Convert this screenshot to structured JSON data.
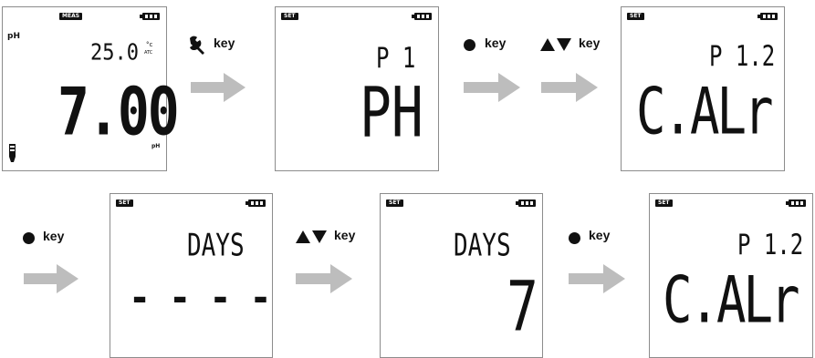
{
  "screens": [
    {
      "tag": "MEAS",
      "label": "pH",
      "temp": "25.0",
      "temp_unit_top": "°c",
      "temp_unit_bottom": "ATC",
      "main": "7.00",
      "footer": "pH"
    },
    {
      "tag": "SET",
      "top": "P 1",
      "main": "PH"
    },
    {
      "tag": "SET",
      "top": "P 1.2",
      "main": "C.ALr"
    },
    {
      "tag": "SET",
      "top": "DAYS",
      "main": "- - - -"
    },
    {
      "tag": "SET",
      "top": "DAYS",
      "main": "7"
    },
    {
      "tag": "SET",
      "top": "P 1.2",
      "main": "C.ALr"
    }
  ],
  "steps": [
    {
      "icon": "wrench-icon",
      "label": "key"
    },
    {
      "icon": "dot-icon",
      "label": "key"
    },
    {
      "icon": "up-down-triangles-icon",
      "label": "key"
    },
    {
      "icon": "dot-icon",
      "label": "key"
    },
    {
      "icon": "up-down-triangles-icon",
      "label": "key"
    },
    {
      "icon": "dot-icon",
      "label": "key"
    }
  ],
  "colors": {
    "arrow": "#bdbdbd",
    "lcd_border": "#8c8c8c",
    "ink": "#111111"
  }
}
